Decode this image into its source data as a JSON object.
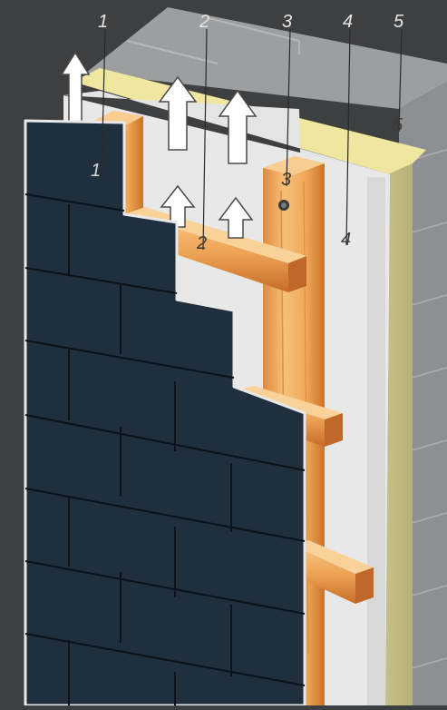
{
  "labels": {
    "n1": "1",
    "n2": "2",
    "n3": "3",
    "n4": "4",
    "n5": "5"
  },
  "colors": {
    "background": "#3e3f41",
    "cladding": "#1f2f3d",
    "cladding_joint": "#0b121a",
    "timber": "#f2b56a",
    "membrane": "#e2e2e2",
    "insulation": "#efe6a0",
    "block_wall": "#b3b5b7",
    "airflow_arrow": "#ffffff"
  },
  "icons": [
    "airflow-arrow-icon",
    "screw-icon"
  ]
}
